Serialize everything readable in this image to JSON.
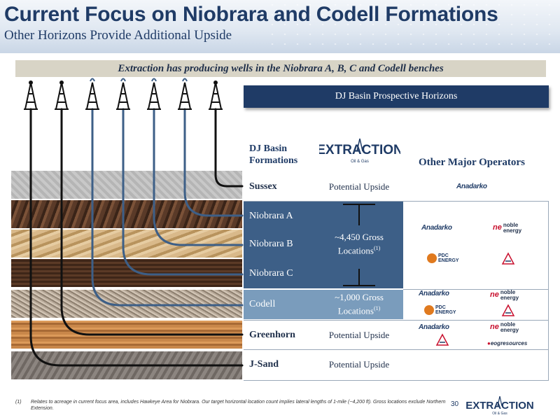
{
  "header": {
    "title": "Current Focus on Niobrara and Codell Formations",
    "subtitle": "Other Horizons Provide Additional Upside"
  },
  "banner": "Extraction has producing wells in the Niobrara A, B, C and Codell benches",
  "panel": {
    "title": "DJ Basin Prospective Horizons",
    "col_formations": [
      "DJ Basin",
      "Formations"
    ],
    "col_operators": "Other Major Operators",
    "extraction_logo": {
      "text": "EXTRACTION",
      "sub": "Oil & Gas"
    }
  },
  "rows": [
    {
      "name": "Sussex",
      "value": "Potential Upside"
    },
    {
      "name": "Niobrara A",
      "value": ""
    },
    {
      "name": "Niobrara B",
      "value": "~4,450 Gross Locations",
      "sup": "(1)"
    },
    {
      "name": "Niobrara C",
      "value": ""
    },
    {
      "name": "Codell",
      "value": "~1,000 Gross Locations",
      "sup": "(1)"
    },
    {
      "name": "Greenhorn",
      "value": "Potential Upside"
    },
    {
      "name": "J-Sand",
      "value": "Potential Upside"
    }
  ],
  "operators": {
    "anadarko": "Anadarko",
    "noble_ne": "ne",
    "noble_l1": "noble",
    "noble_l2": "energy",
    "pdc_l1": "PDC",
    "pdc_l2": "ENERGY",
    "eog": "eogresources"
  },
  "footnote": {
    "num": "(1)",
    "text": "Relates to acreage in current focus area, includes Hawkeye Area for Niobrara. Our target horizontal location count implies lateral lengths of 1-mile (~4,200 ft). Gross locations exclude Northern Extension."
  },
  "page_number": "30",
  "colors": {
    "navy": "#1f3b66",
    "row_blue": "#3d5f87",
    "row_light_blue": "#7a9cbc",
    "banner": "#d8d4c6"
  }
}
